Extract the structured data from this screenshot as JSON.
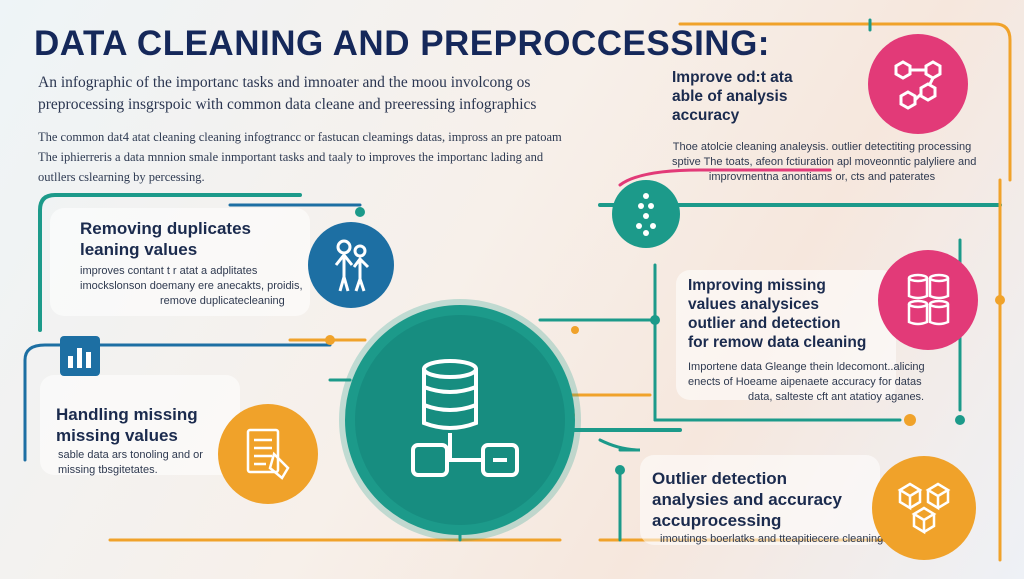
{
  "title": "DATA CLEANING AND PREPROCCESSING:",
  "intro": {
    "line1": "An infographic of the importanc tasks and imnoater and the moou involcong os",
    "line2": "preprocessing insgrspoic with common data cleane and preeressing infographics",
    "para": [
      "The common dat4 atat cleaning cleaning infogtrancc or fastucan cleamings datas, impross an pre patoam",
      "The iphierreris a data mnnion smale inmportant tasks and taaly to improves the importanc lading and",
      "outllers cslearning by percessing."
    ]
  },
  "top_right": {
    "heading": [
      "Improve od:t ata",
      "able of analysis",
      "accuracy"
    ],
    "text": [
      "Thoe atolcie cleaning analeysis. outlier detectiting processing",
      "sptive The toats, afeon fctiuration apl moveonntic palyliere and",
      "improvmentna anontiams or, cts and paterates"
    ]
  },
  "left_top": {
    "heading": [
      "Removing duplicates",
      "leaning values"
    ],
    "text": [
      "improves contant t r atat a adplitates",
      "imockslonson doemany ere anecakts, proidis,",
      "remove duplicatecleaning"
    ]
  },
  "left_bottom": {
    "heading": [
      "Handling missing",
      "missing values"
    ],
    "text": [
      "sable data ars tonoling and or",
      "missing tbsgitetates."
    ]
  },
  "right_mid": {
    "heading": [
      "Improving missing",
      "values analysices",
      "outlier and detection",
      "for remow data cleaning"
    ],
    "text": [
      "Importene data Gleange thein ldecomont..alicing",
      "enects of Hoeame aipenaete accuracy for datas",
      "data, salteste cft ant atatioy aganes."
    ]
  },
  "right_bottom": {
    "heading": [
      "Outlier detection",
      "analysies and accuracy",
      "accuprocessing"
    ],
    "text": [
      "imoutings boerlatks and tteapitiecere cleaning."
    ]
  },
  "colors": {
    "teal": "#1c9a8a",
    "navy": "#15285a",
    "orange": "#f0a22a",
    "magenta": "#e23a78",
    "blue": "#1d6fa3"
  },
  "icons": [
    "people-icon",
    "document-icon",
    "database-icon",
    "network-icon",
    "hierarchy-icon",
    "cylinders-icon",
    "cubes-icon"
  ]
}
